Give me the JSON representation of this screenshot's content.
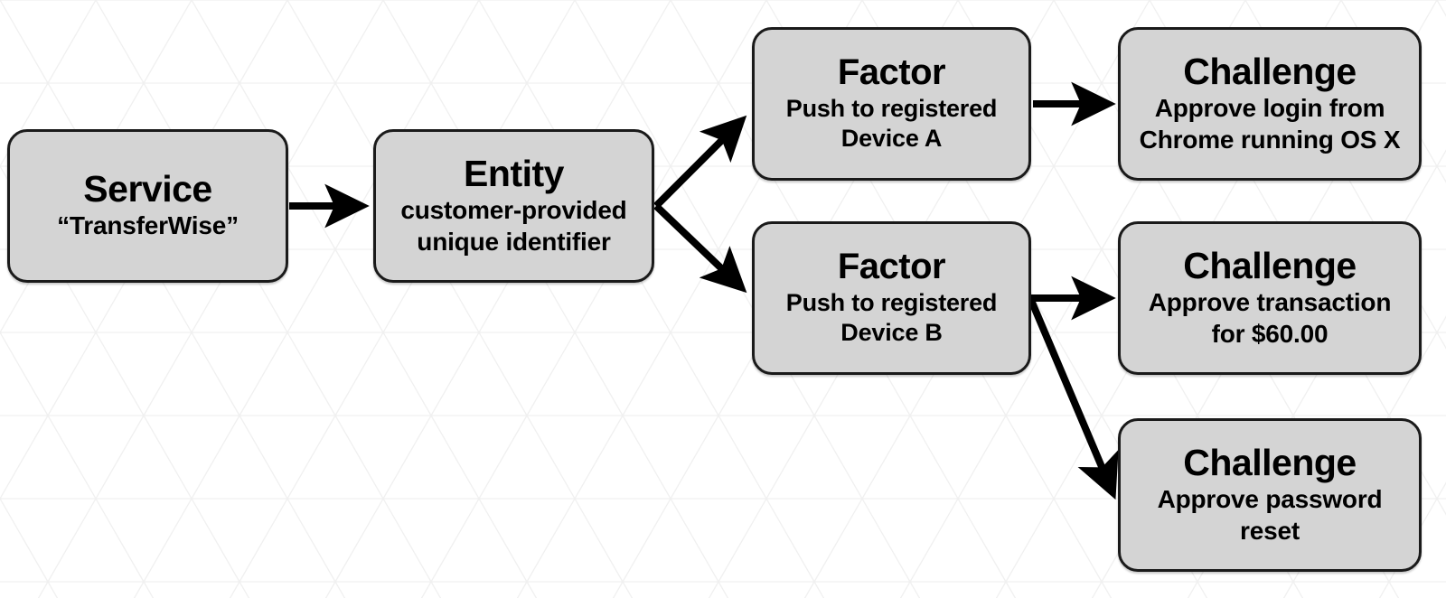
{
  "diagram": {
    "title": "Service / Entity / Factor / Challenge flow",
    "background": {
      "pattern": "triangular-grid",
      "line_color": "#f0f0f0",
      "page_color": "#ffffff"
    },
    "style": {
      "node_fill": "#d4d4d4",
      "node_border": "#1a1a1a",
      "edge_color": "#000000",
      "text_color": "#000000"
    },
    "nodes": [
      {
        "id": "service",
        "title": "Service",
        "subtitle": "“TransferWise”"
      },
      {
        "id": "entity",
        "title": "Entity",
        "subtitle": "customer-provided\nunique identifier"
      },
      {
        "id": "factor_a",
        "title": "Factor",
        "subtitle": "Push to registered\nDevice A"
      },
      {
        "id": "factor_b",
        "title": "Factor",
        "subtitle": "Push to registered\nDevice B"
      },
      {
        "id": "challenge_1",
        "title": "Challenge",
        "subtitle": "Approve login from\nChrome running OS X"
      },
      {
        "id": "challenge_2",
        "title": "Challenge",
        "subtitle": "Approve transaction\nfor $60.00"
      },
      {
        "id": "challenge_3",
        "title": "Challenge",
        "subtitle": "Approve password\nreset"
      }
    ],
    "edges": [
      {
        "id": "service-to-entity",
        "from": "service",
        "to": "entity",
        "shape": "horizontal"
      },
      {
        "id": "entity-to-factor-a",
        "from": "entity",
        "to": "factor_a",
        "shape": "diagonal-up"
      },
      {
        "id": "entity-to-factor-b",
        "from": "entity",
        "to": "factor_b",
        "shape": "diagonal-down"
      },
      {
        "id": "factor-a-to-challenge-1",
        "from": "factor_a",
        "to": "challenge_1",
        "shape": "horizontal"
      },
      {
        "id": "factor-b-to-challenge-2",
        "from": "factor_b",
        "to": "challenge_2",
        "shape": "horizontal"
      },
      {
        "id": "factor-b-to-challenge-3",
        "from": "factor_b",
        "to": "challenge_3",
        "shape": "diagonal-down"
      }
    ]
  }
}
